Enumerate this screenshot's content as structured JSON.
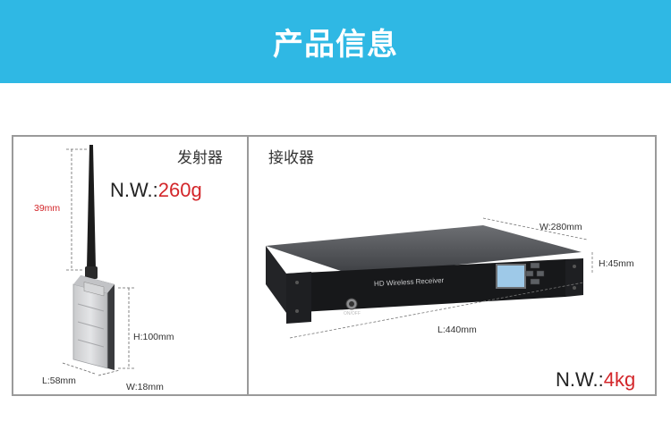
{
  "banner": {
    "title": "产品信息"
  },
  "transmitter": {
    "title": "发射器",
    "nw_label": "N.W.:",
    "nw_value": "260g",
    "dims": {
      "antenna": "39mm",
      "height": "H:100mm",
      "length": "L:58mm",
      "width": "W:18mm"
    }
  },
  "receiver": {
    "title": "接收器",
    "nw_label": "N.W.:",
    "nw_value": "4kg",
    "front_label": "HD Wireless Receiver",
    "port_label": "ON/OFF",
    "dims": {
      "width": "W:280mm",
      "height": "H:45mm",
      "length": "L:440mm"
    }
  },
  "colors": {
    "banner": "#2fb8e4",
    "accent_red": "#d3262a",
    "frame": "#9a9a9a"
  }
}
